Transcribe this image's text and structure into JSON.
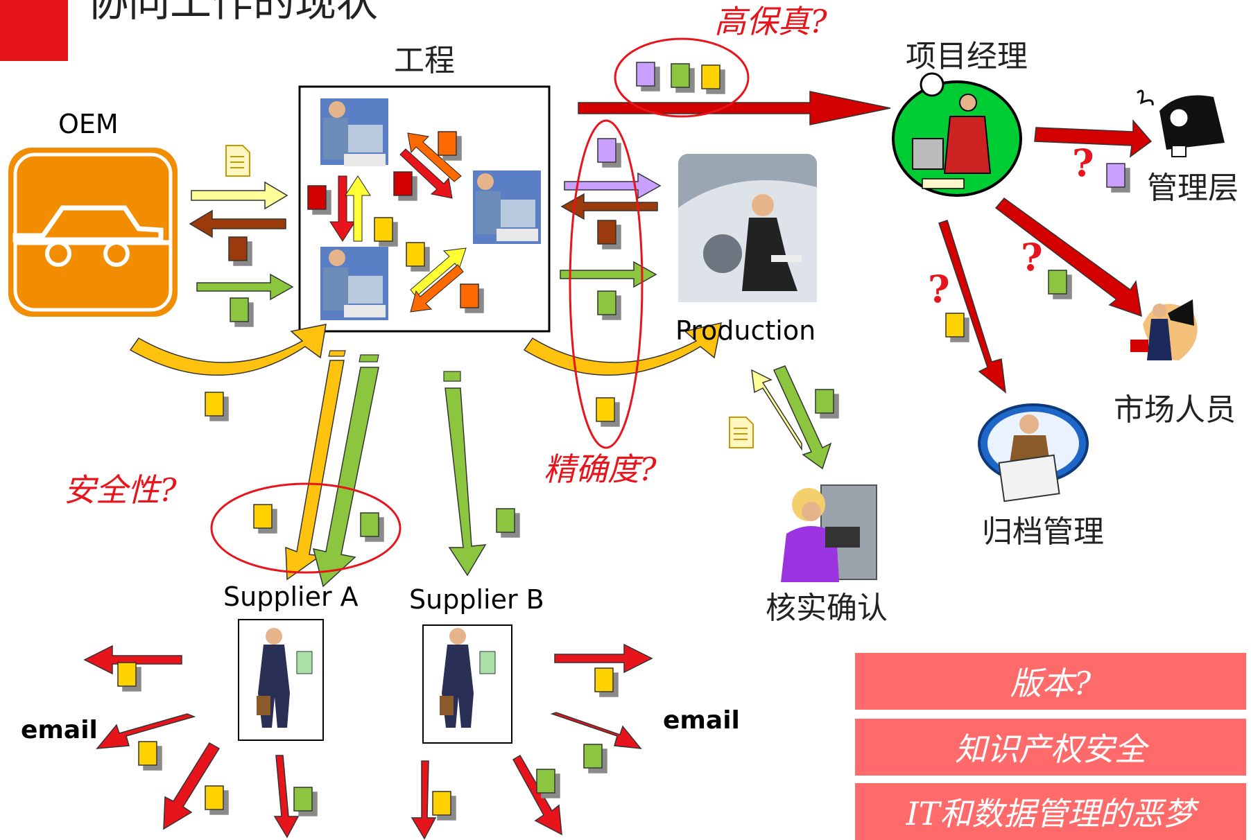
{
  "title": "协同工作的现状",
  "labels": {
    "engineering": "工程",
    "oem": "OEM",
    "production": "Production",
    "project_manager": "项目经理",
    "management": "管理层",
    "marketing": "市场人员",
    "archive": "归档管理",
    "verification": "核实确认",
    "supplier_a": "Supplier A",
    "supplier_b": "Supplier B",
    "email_left": "email",
    "email_right": "email"
  },
  "questions": {
    "fidelity": "高保真?",
    "precision": "精确度?",
    "security": "安全性?",
    "qmark": "?"
  },
  "issues": [
    "版本?",
    "知识产权安全",
    "IT和数据管理的恶梦"
  ],
  "colors": {
    "accent_red": "#e8141b",
    "issue_box": "#ff6b6b",
    "oem_orange": "#f28c00",
    "doc_yellow": "#ffd200",
    "doc_green": "#8cc63f",
    "doc_purple": "#c9a0ff",
    "doc_red": "#d40000",
    "doc_brown": "#9b3a0b",
    "doc_orange": "#ff6a00"
  }
}
